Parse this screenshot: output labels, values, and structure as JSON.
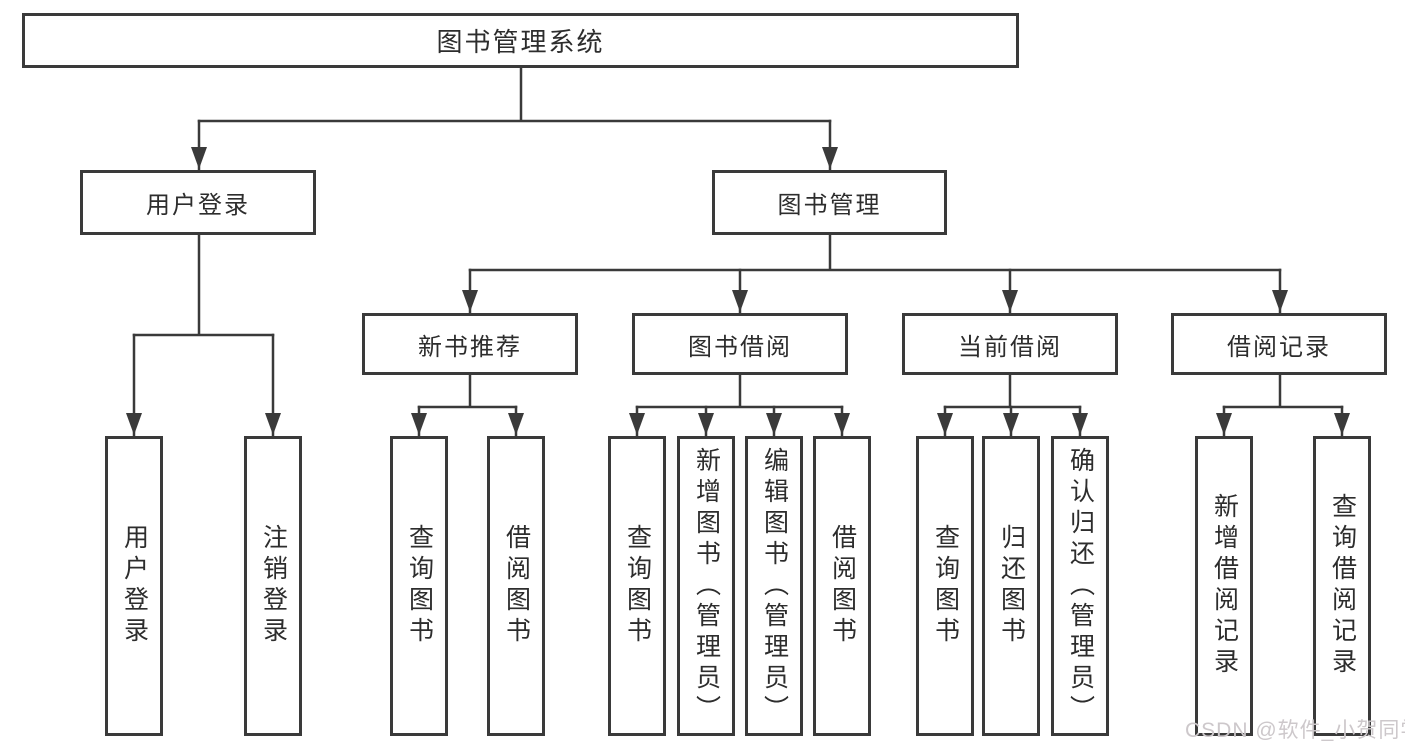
{
  "tree": {
    "root": {
      "label": "图书管理系统"
    },
    "user_login": {
      "label": "用户登录",
      "children": [
        "用户登录",
        "注销登录"
      ]
    },
    "book_management": {
      "label": "图书管理"
    },
    "new_book_recommend": {
      "label": "新书推荐",
      "children": [
        "查询图书",
        "借阅图书"
      ]
    },
    "book_borrow": {
      "label": "图书借阅",
      "children": [
        "查询图书",
        "新增图书（管理员）",
        "编辑图书（管理员）",
        "借阅图书"
      ]
    },
    "current_borrow": {
      "label": "当前借阅",
      "children": [
        "查询图书",
        "归还图书",
        "确认归还（管理员）"
      ]
    },
    "borrow_record": {
      "label": "借阅记录",
      "children": [
        "新增借阅记录",
        "查询借阅记录"
      ]
    }
  },
  "watermark": {
    "text": "CSDN @软件_小贺同学"
  },
  "colors": {
    "line": "#3a3a3a",
    "ink": "#2d2d2d",
    "wm": "#cdc8cb",
    "bg": "#ffffff"
  }
}
